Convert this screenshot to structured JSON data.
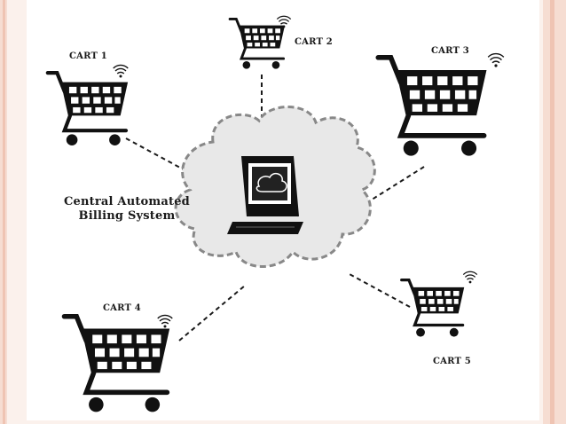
{
  "central": {
    "line1": "Central Automated",
    "line2": "Billing System"
  },
  "carts": [
    {
      "label": "CART 1"
    },
    {
      "label": "CART 2"
    },
    {
      "label": "CART 3"
    },
    {
      "label": "CART 4"
    },
    {
      "label": "CART 5"
    }
  ],
  "colors": {
    "slide_background": "#fbf1ec",
    "frame_accent": "#efc4b3",
    "line": "#1a1a1a",
    "cloud_fill": "#e8e8e8"
  }
}
